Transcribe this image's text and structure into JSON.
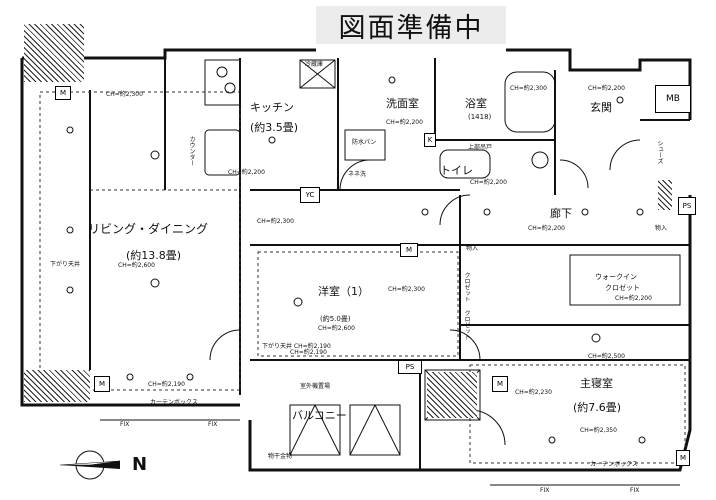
{
  "banner": "図面準備中",
  "rooms": {
    "living": "リビング・ダイニング",
    "living_size": "(約13.8畳)",
    "kitchen": "キッチン",
    "kitchen_size": "(約3.5畳)",
    "western": "洋室（1）",
    "western_size": "(約5.0畳)",
    "wash": "洗面室",
    "bath": "浴室",
    "bath_size": "(1418)",
    "entrance": "玄関",
    "corridor": "廊下",
    "master": "主寝室",
    "master_size": "(約7.6畳)",
    "balcony": "バルコニー",
    "toilet": "トイレ",
    "walkin": "ウォークイン",
    "walkin2": "クロゼット"
  },
  "ceilings": {
    "living_top": "CH=約2,300",
    "living_mid": "CH=約2,600",
    "living_bottom": "CH=約2,190",
    "kitchen": "CH=約2,200",
    "kitchen_bottom": "CH=約2,300",
    "wash": "CH=約2,200",
    "bath": "CH=約2,300",
    "toilet": "CH=約2,200",
    "entrance": "CH=約2,200",
    "corridor": "CH=約2,200",
    "western": "CH=約2,600",
    "western_closet": "CH=約2,300",
    "western_bottom": "CH=約2,190",
    "walkin": "CH=約2,200",
    "master_top": "CH=約2,500",
    "master_mid": "CH=約2,230",
    "master_bottom": "CH=約2,350",
    "lowered": "下がり天井",
    "lowered_living": "下がり天井 CH=約2,190"
  },
  "labels": {
    "storage": "物入",
    "storage2": "物入",
    "closet": "クロゼット",
    "closet2": "クロゼット",
    "shoes": "シューズ",
    "laundry_pan": "防水パン",
    "fridge": "冷蔵庫",
    "gas": "ネネ洗",
    "upper_cabinet": "上部吊戸",
    "curtain_box": "カーテンボックス",
    "curtain_box2": "カーテンボックス",
    "fix": "FIX",
    "mb": "MB",
    "ps": "PS",
    "yc": "YC",
    "m": "M",
    "k": "K",
    "counter": "カウンター",
    "outdoor_unit": "室外機置場",
    "sink": "物干金物"
  },
  "compass": "N"
}
